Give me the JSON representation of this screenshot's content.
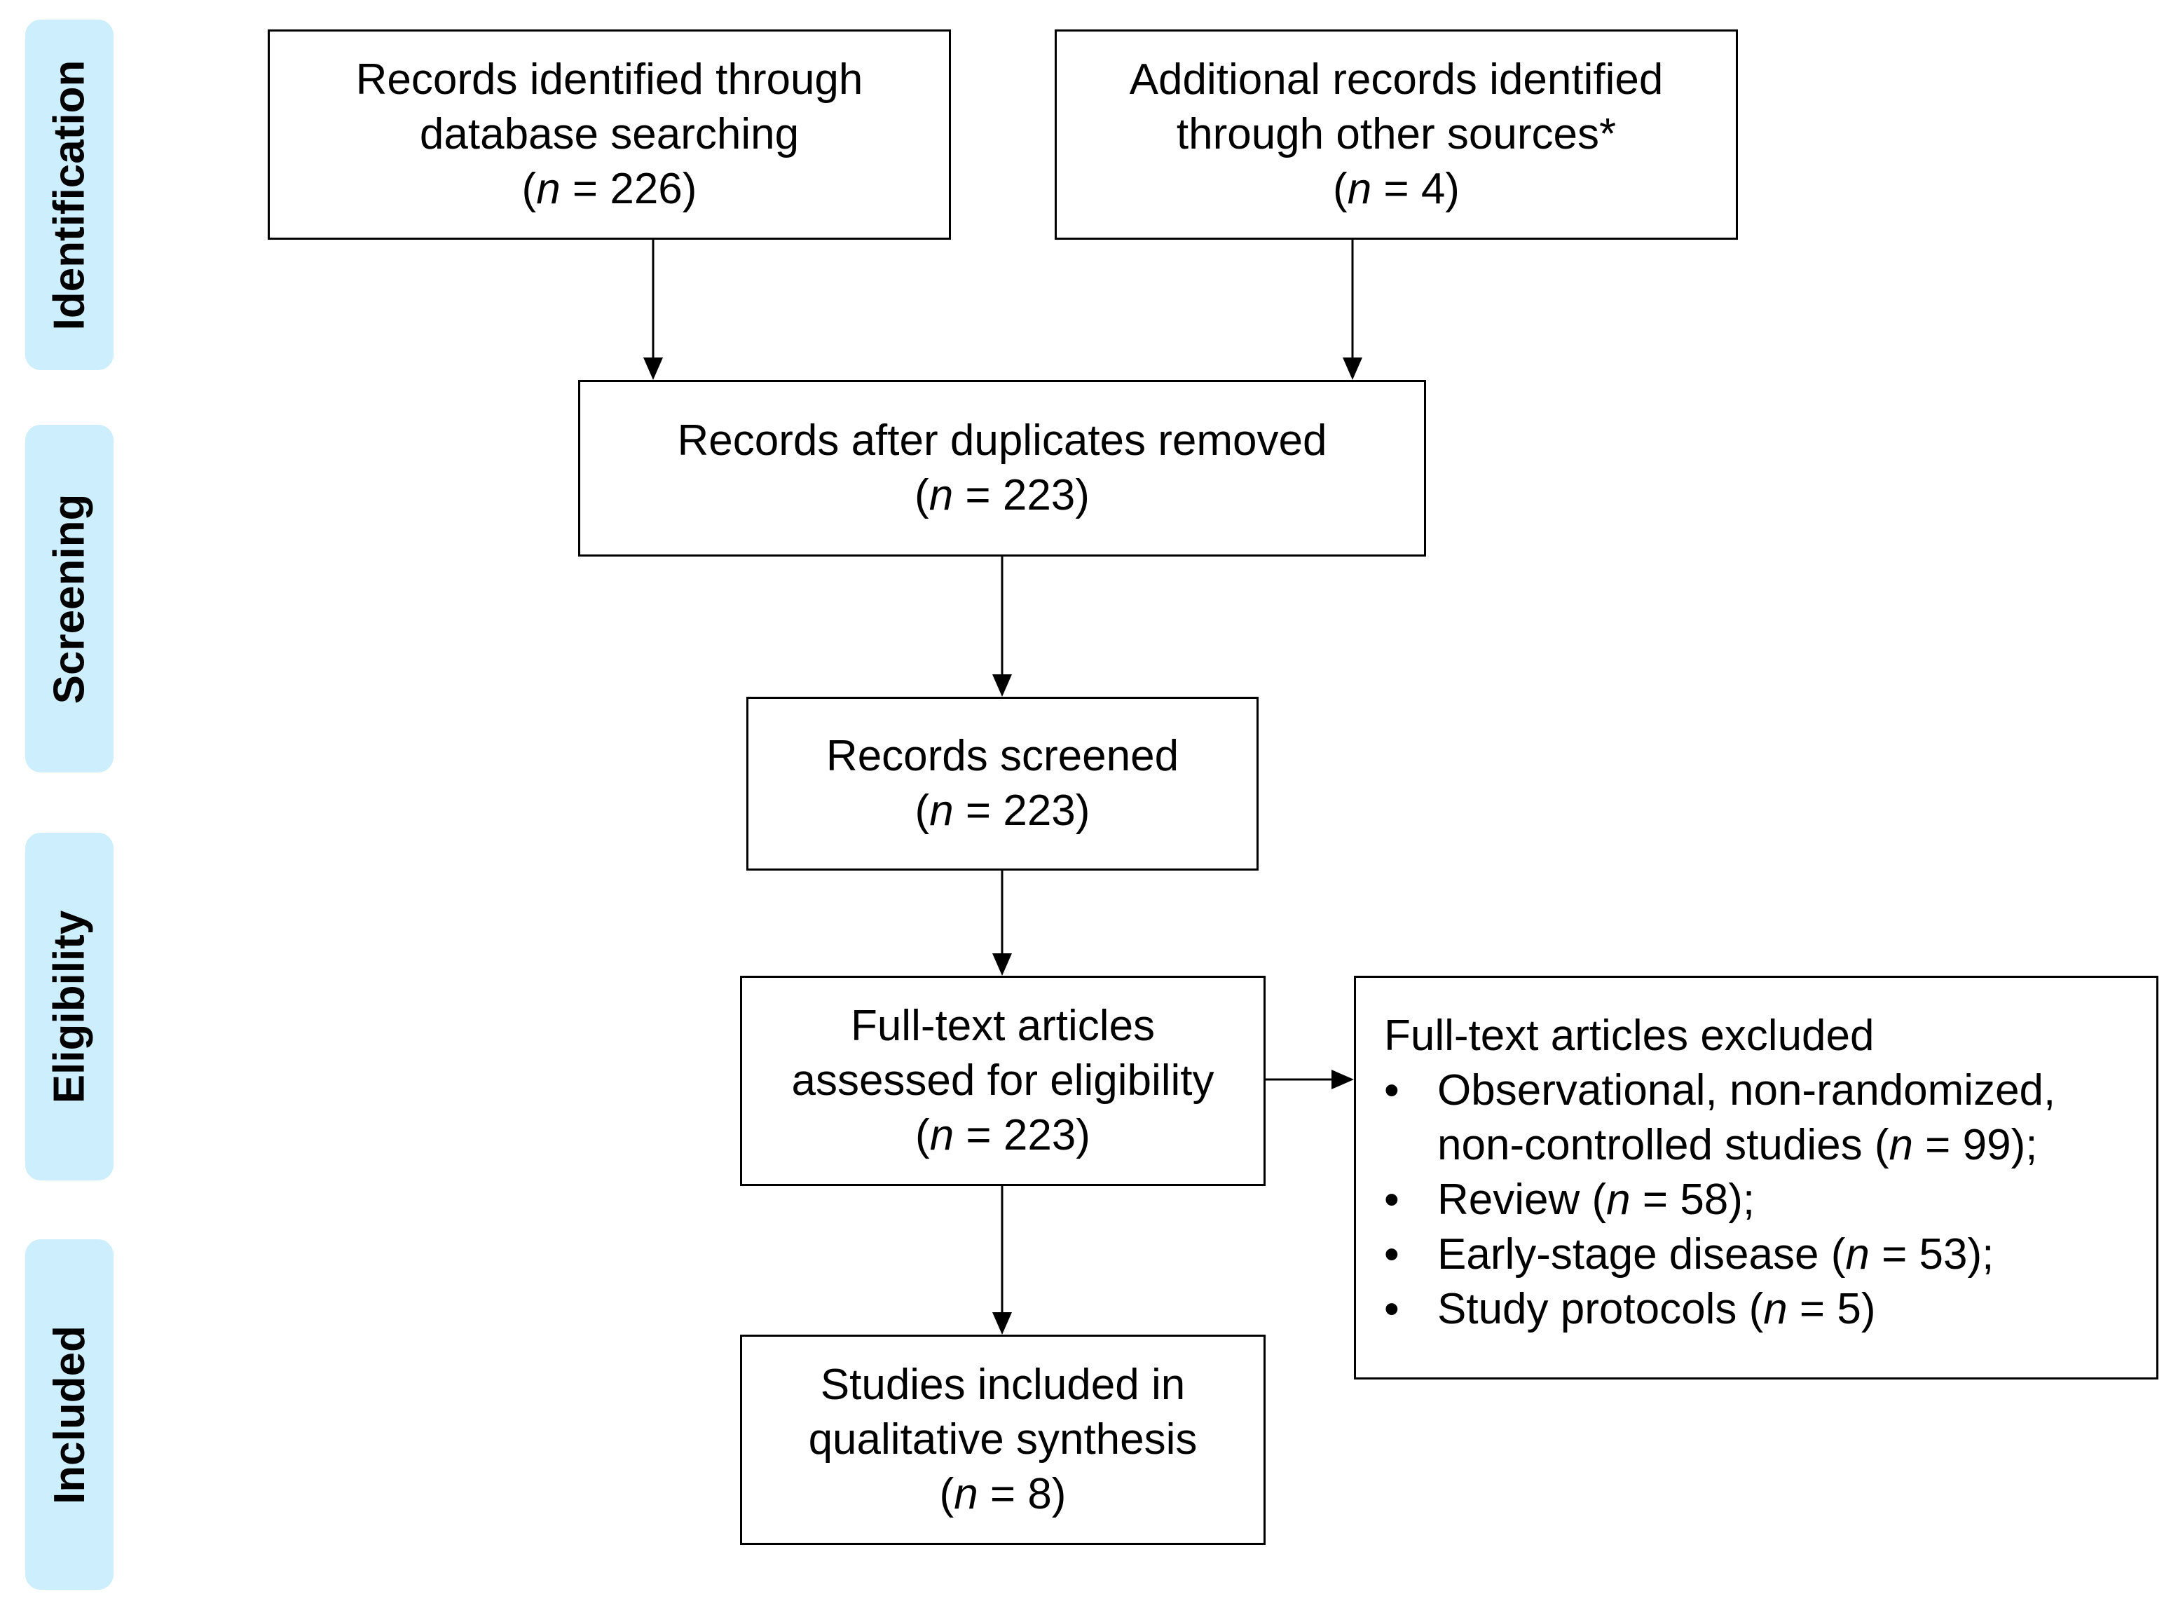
{
  "stages": {
    "identification": "Identification",
    "screening": "Screening",
    "eligibility": "Eligibility",
    "included": "Included"
  },
  "boxes": {
    "database_records": {
      "line1": "Records identified through",
      "line2": "database searching",
      "n_prefix": "(",
      "n_symbol": "n",
      "n_value": " = 226)"
    },
    "other_sources": {
      "line1": "Additional records identified",
      "line2": "through other sources*",
      "n_prefix": "(",
      "n_symbol": "n",
      "n_value": " = 4)"
    },
    "after_duplicates": {
      "line1": "Records after duplicates removed",
      "n_prefix": "(",
      "n_symbol": "n",
      "n_value": " = 223)"
    },
    "screened": {
      "line1": "Records screened",
      "n_prefix": "(",
      "n_symbol": "n",
      "n_value": " = 223)"
    },
    "full_text_assessed": {
      "line1": "Full-text articles",
      "line2": "assessed for eligibility",
      "n_prefix": "(",
      "n_symbol": "n",
      "n_value": " = 223)"
    },
    "included_synthesis": {
      "line1": "Studies included in",
      "line2": "qualitative synthesis",
      "n_prefix": "(",
      "n_symbol": "n",
      "n_value": " = 8)"
    }
  },
  "excluded": {
    "title": "Full-text articles excluded",
    "bullet": "•",
    "items": [
      {
        "line1": "Observational, non-randomized,",
        "pre": "non-controlled studies (",
        "n_symbol": "n",
        "post": " = 99);"
      },
      {
        "pre": "Review (",
        "n_symbol": "n",
        "post": " = 58);"
      },
      {
        "pre": "Early-stage disease (",
        "n_symbol": "n",
        "post": " = 53);"
      },
      {
        "pre": "Study protocols (",
        "n_symbol": "n",
        "post": " = 5)"
      }
    ]
  },
  "colors": {
    "stage_background": "#cdeefc",
    "line": "#000000"
  }
}
